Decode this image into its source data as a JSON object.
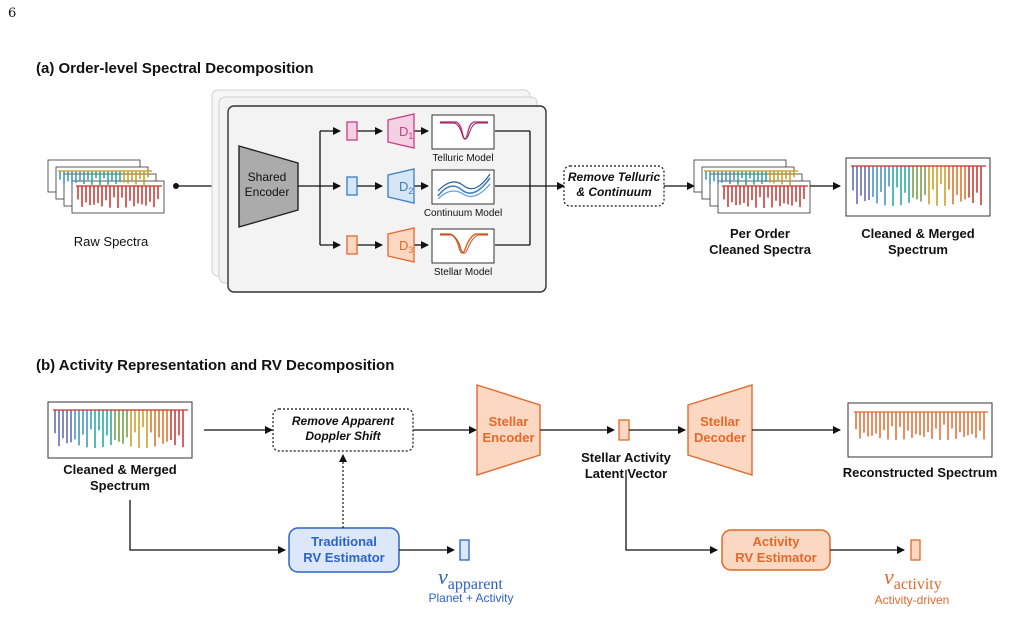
{
  "page_number": "6",
  "section_a": {
    "title": "(a) Order-level Spectral Decomposition",
    "raw_spectra": "Raw Spectra",
    "encoder": [
      "Shared",
      "Encoder"
    ],
    "decoders": [
      "D",
      "D",
      "D"
    ],
    "decoder_subs": [
      "1",
      "2",
      "3"
    ],
    "models": [
      "Telluric Model",
      "Continuum Model",
      "Stellar Model"
    ],
    "remove_box": [
      "Remove Telluric",
      "& Continuum"
    ],
    "per_order": [
      "Per Order",
      "Cleaned Spectra"
    ],
    "merged": [
      "Cleaned & Merged",
      "Spectrum"
    ]
  },
  "section_b": {
    "title": "(b) Activity Representation and RV Decomposition",
    "input_label": [
      "Cleaned & Merged",
      "Spectrum"
    ],
    "remove_doppler": [
      "Remove Apparent",
      "Doppler Shift"
    ],
    "stellar_encoder": [
      "Stellar",
      "Encoder"
    ],
    "latent_label": [
      "Stellar Activity",
      "Latent Vector"
    ],
    "stellar_decoder": [
      "Stellar",
      "Decoder"
    ],
    "reconstructed": "Reconstructed Spectrum",
    "trad_rv": [
      "Traditional",
      "RV Estimator"
    ],
    "v_apparent": "v",
    "v_apparent_sub": "apparent",
    "planet_activity": "Planet + Activity",
    "activity_rv": [
      "Activity",
      "RV Estimator"
    ],
    "v_activity": "v",
    "v_activity_sub": "activity",
    "activity_driven": "Activity-driven"
  },
  "colors": {
    "pink": "#cc3d8a",
    "pink_fill": "#f4d0e3",
    "blue": "#3a7fc4",
    "blue_fill": "#d6e6f6",
    "orange": "#e2692a",
    "orange_fill": "#fcd8c2",
    "trad_blue": "#2d63c8",
    "trad_fill": "#dce7f9",
    "panel_fill": "#f3f3f3"
  }
}
